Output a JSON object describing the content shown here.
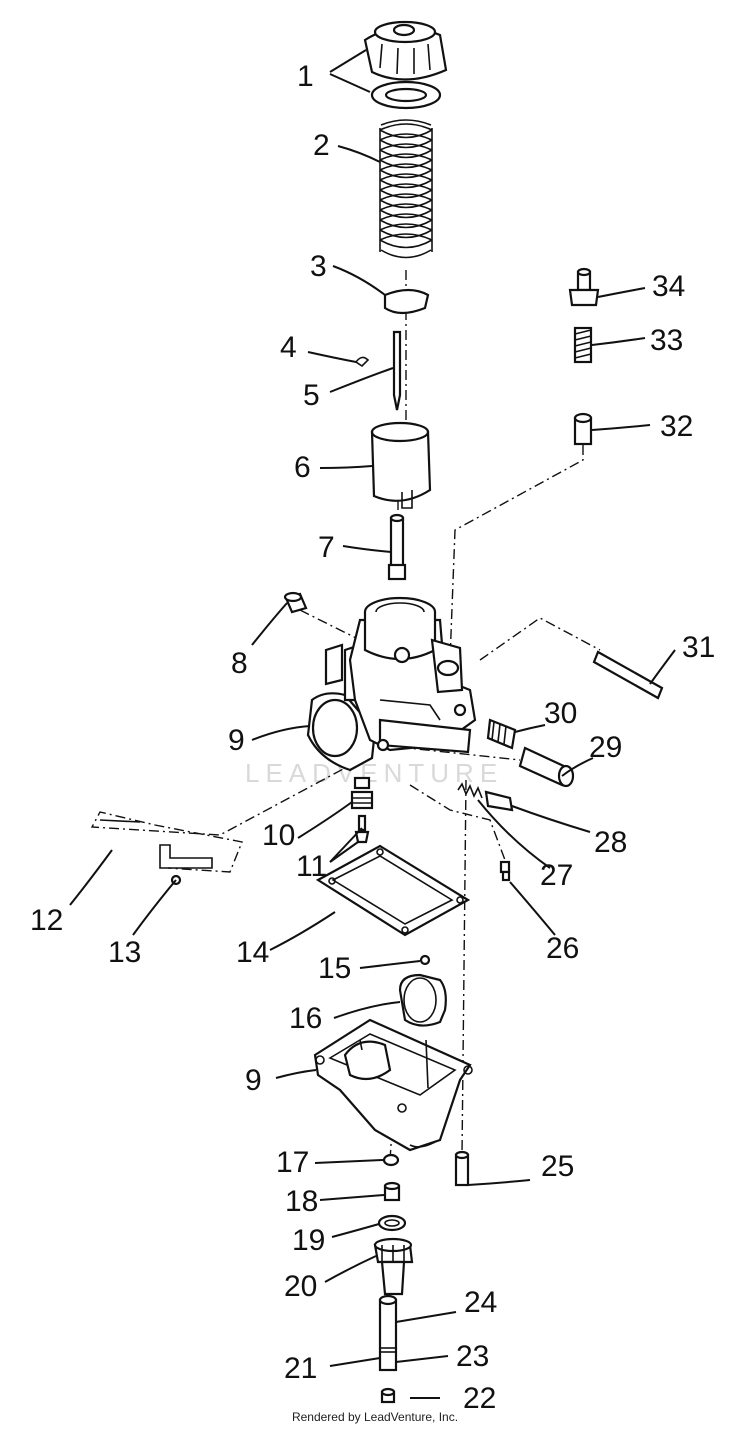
{
  "watermark": "LEADVENTURE",
  "footer": "Rendered by LeadVenture, Inc.",
  "callouts": {
    "c1": "1",
    "c2": "2",
    "c3": "3",
    "c4": "4",
    "c5": "5",
    "c6": "6",
    "c7": "7",
    "c8": "8",
    "c9a": "9",
    "c9b": "9",
    "c10": "10",
    "c11": "11",
    "c12": "12",
    "c13": "13",
    "c14": "14",
    "c15": "15",
    "c16": "16",
    "c17": "17",
    "c18": "18",
    "c19": "19",
    "c20": "20",
    "c21": "21",
    "c22": "22",
    "c23": "23",
    "c24": "24",
    "c25": "25",
    "c26": "26",
    "c27": "27",
    "c28": "28",
    "c29": "29",
    "c30": "30",
    "c31": "31",
    "c32": "32",
    "c33": "33",
    "c34": "34"
  }
}
